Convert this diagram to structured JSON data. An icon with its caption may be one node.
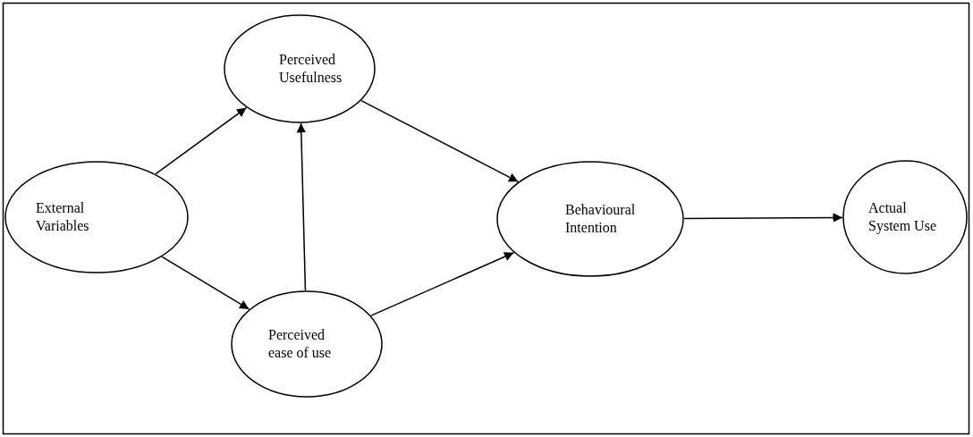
{
  "diagram": {
    "nodes": [
      {
        "text": [
          "External Variables"
        ]
      },
      {
        "text": [
          "Perceived Usefulness"
        ]
      },
      {
        "text": [
          "Perceived ease of use"
        ]
      },
      {
        "text": [
          "Behavioural Intention"
        ]
      },
      {
        "text": [
          "Actual System Use"
        ]
      }
    ],
    "edges": [
      {
        "from": 0,
        "to": 1,
        "arrow": "to"
      },
      {
        "from": 0,
        "to": 2,
        "arrow": "to"
      },
      {
        "from": 2,
        "to": 1,
        "arrow": "to"
      },
      {
        "from": 1,
        "to": 3,
        "arrow": "to"
      },
      {
        "from": 2,
        "to": 3,
        "arrow": "to"
      },
      {
        "from": 3,
        "to": 4,
        "arrow": "to"
      }
    ]
  }
}
